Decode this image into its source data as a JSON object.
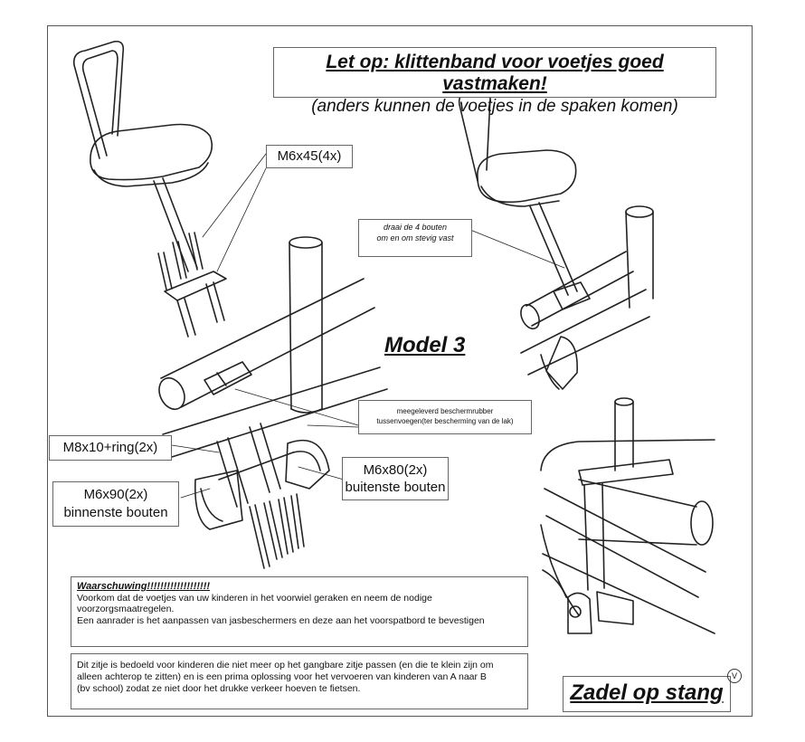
{
  "header": {
    "line1": "Let op: klittenband voor voetjes goed vastmaken!",
    "line2": "(anders kunnen de voetjes in de spaken komen)"
  },
  "labels": {
    "m6x45": "M6x45(4x)",
    "draai_line1": "draai de 4 bouten",
    "draai_line2": "om en om stevig vast",
    "model": "Model 3",
    "rubber_line1": "meegeleverd beschermrubber",
    "rubber_line2": "tussenvoegen(ter bescherming van de lak)",
    "m8x10": "M8x10+ring(2x)",
    "m6x80_line1": "M6x80(2x)",
    "m6x80_line2": "buitenste bouten",
    "m6x90_line1": "M6x90(2x)",
    "m6x90_line2": "binnenste bouten"
  },
  "warning": {
    "title": "Waarschuwing!!!!!!!!!!!!!!!!!!!",
    "line1": "Voorkom dat de voetjes van uw kinderen in het voorwiel geraken en neem de nodige",
    "line2": "voorzorgsmaatregelen.",
    "line3": "Een aanrader is het aanpassen van jasbeschermers en deze aan het voorspatbord te bevestigen"
  },
  "info": {
    "line1": "Dit zitje is bedoeld voor kinderen die niet meer op het gangbare zitje passen (en die te klein zijn om",
    "line2": "alleen achterop te zitten) en is een prima oplossing voor het vervoeren van kinderen van A naar B",
    "line3": "(bv school) zodat ze niet door het drukke verkeer hoeven te fietsen."
  },
  "footer": {
    "title": "Zadel op stang",
    "mark": "V"
  }
}
